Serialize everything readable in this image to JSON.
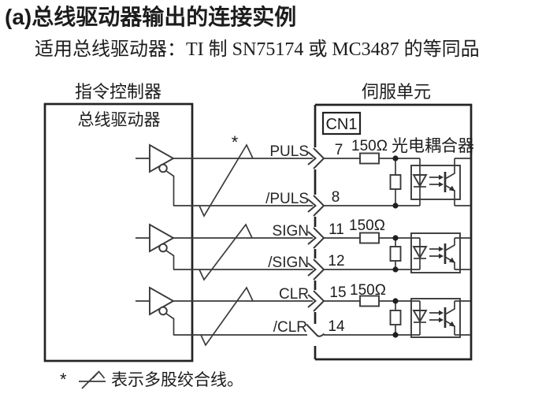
{
  "title": "(a)总线驱动器输出的连接实例",
  "subtitle": "适用总线驱动器：TI 制 SN75174 或 MC3487 的等同品",
  "controller": {
    "title": "指令控制器",
    "driver_label": "总线驱动器"
  },
  "servo": {
    "title": "伺服单元",
    "connector": "CN1",
    "photocoupler_label": "光电耦合器",
    "resistor_label": "150Ω"
  },
  "twisted_pair_marker": "*",
  "signals": [
    {
      "name": "PULS",
      "pin": "7"
    },
    {
      "name": "/PULS",
      "pin": "8"
    },
    {
      "name": "SIGN",
      "pin": "11"
    },
    {
      "name": "/SIGN",
      "pin": "12"
    },
    {
      "name": "CLR",
      "pin": "15"
    },
    {
      "name": "/CLR",
      "pin": "14"
    }
  ],
  "note": {
    "marker": "*",
    "text": "表示多股绞合线。"
  },
  "colors": {
    "ink": "#1c1c1c",
    "line": "#3a3a3a",
    "background": "#ffffff"
  }
}
